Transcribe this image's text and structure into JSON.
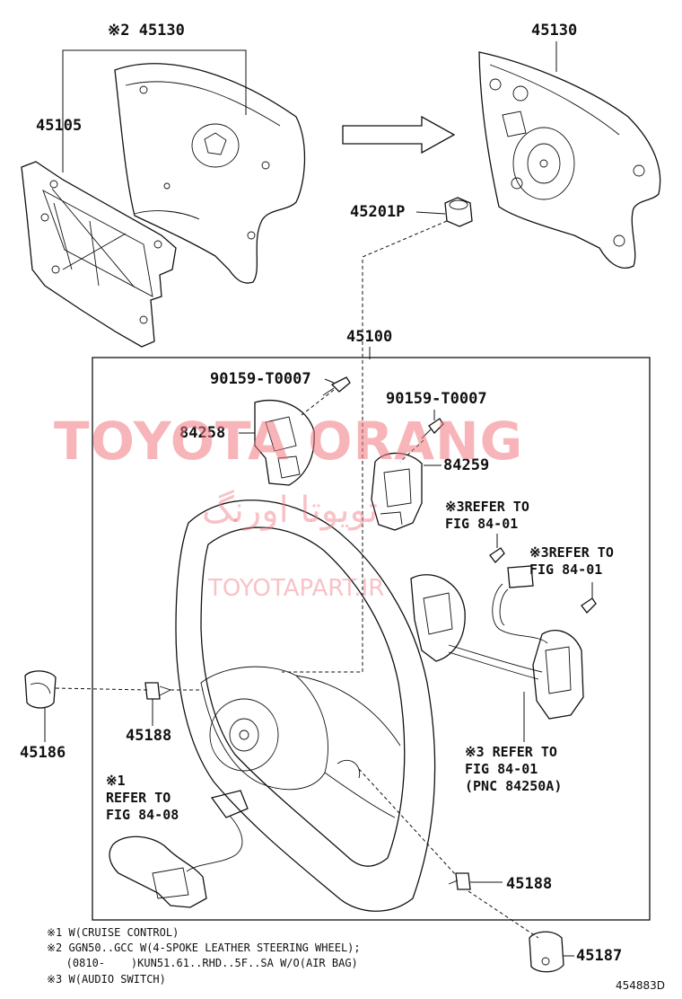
{
  "labels": {
    "p45130_top_left": "※2 45130",
    "p45130_top_right": "45130",
    "p45105": "45105",
    "p45201p": "45201P",
    "p45100": "45100",
    "p90159_a": "90159-T0007",
    "p90159_b": "90159-T0007",
    "p84258": "84258",
    "p84259": "84259",
    "p45186": "45186",
    "p45188_left": "45188",
    "p45188_right": "45188",
    "p45187": "45187"
  },
  "refs": {
    "ref_a": "※3REFER TO\nFIG 84-01",
    "ref_b": "※3REFER TO\nFIG 84-01",
    "ref_c": "※3 REFER TO\nFIG 84-01\n(PNC 84250A)",
    "ref_d": "※1\nREFER TO\nFIG 84-08"
  },
  "watermark": {
    "brand": "TOYOTA ORANG",
    "arabic": "تویوتا اورنگ",
    "site": "TOYOTAPART.IR"
  },
  "footnotes": {
    "n1": "※1 W(CRUISE CONTROL)",
    "n2": "※2 GGN50..GCC W(4-SPOKE LEATHER STEERING WHEEL);\n   (0810-    )KUN51.61..RHD..5F..SA W/O(AIR BAG)",
    "n3": "※3 W(AUDIO SWITCH)"
  },
  "diagram_id": "454883D",
  "icons": {
    "arrow": "right-arrow-icon"
  }
}
